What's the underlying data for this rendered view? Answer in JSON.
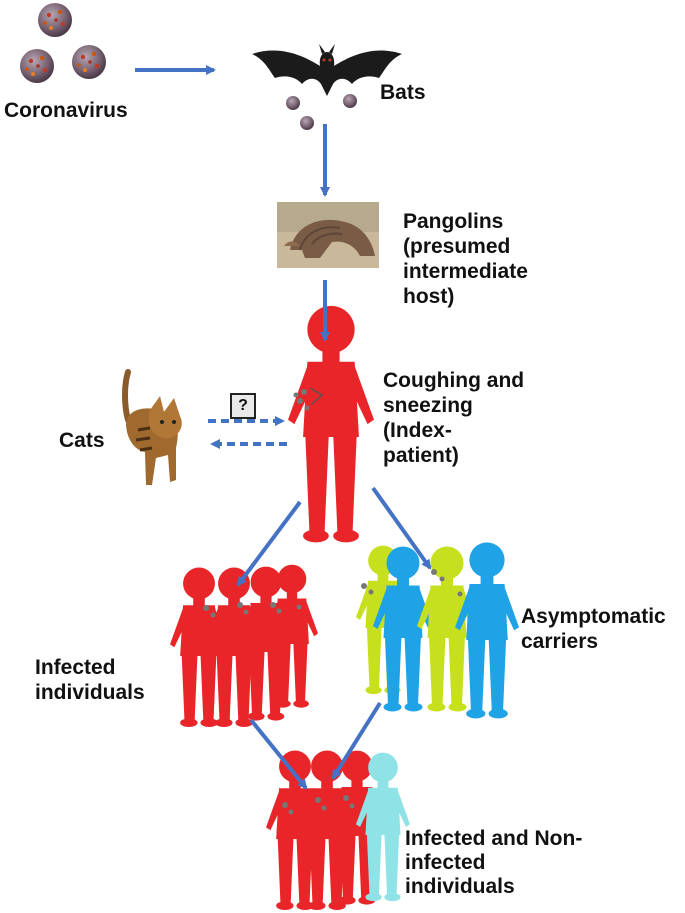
{
  "labels": {
    "coronavirus": "Coronavirus",
    "bats": "Bats",
    "pangolins": "Pangolins\n(presumed\nintermediate\nhost)",
    "index_patient": "Coughing and\nsneezing\n(Index-\npatient)",
    "cats": "Cats",
    "question_mark": "?",
    "infected_individuals": "Infected\nindividuals",
    "asymptomatic_carriers": "Asymptomatic\ncarriers",
    "infected_and_noninfected": "Infected and Non-\ninfected\nindividuals"
  },
  "colors": {
    "arrow": "#4472C4",
    "infected": "#E8262A",
    "carrier_yellow": "#C6E01E",
    "carrier_blue": "#1FA3E6",
    "noninfected": "#8FE3E6",
    "virus": "#7a6a7a"
  }
}
